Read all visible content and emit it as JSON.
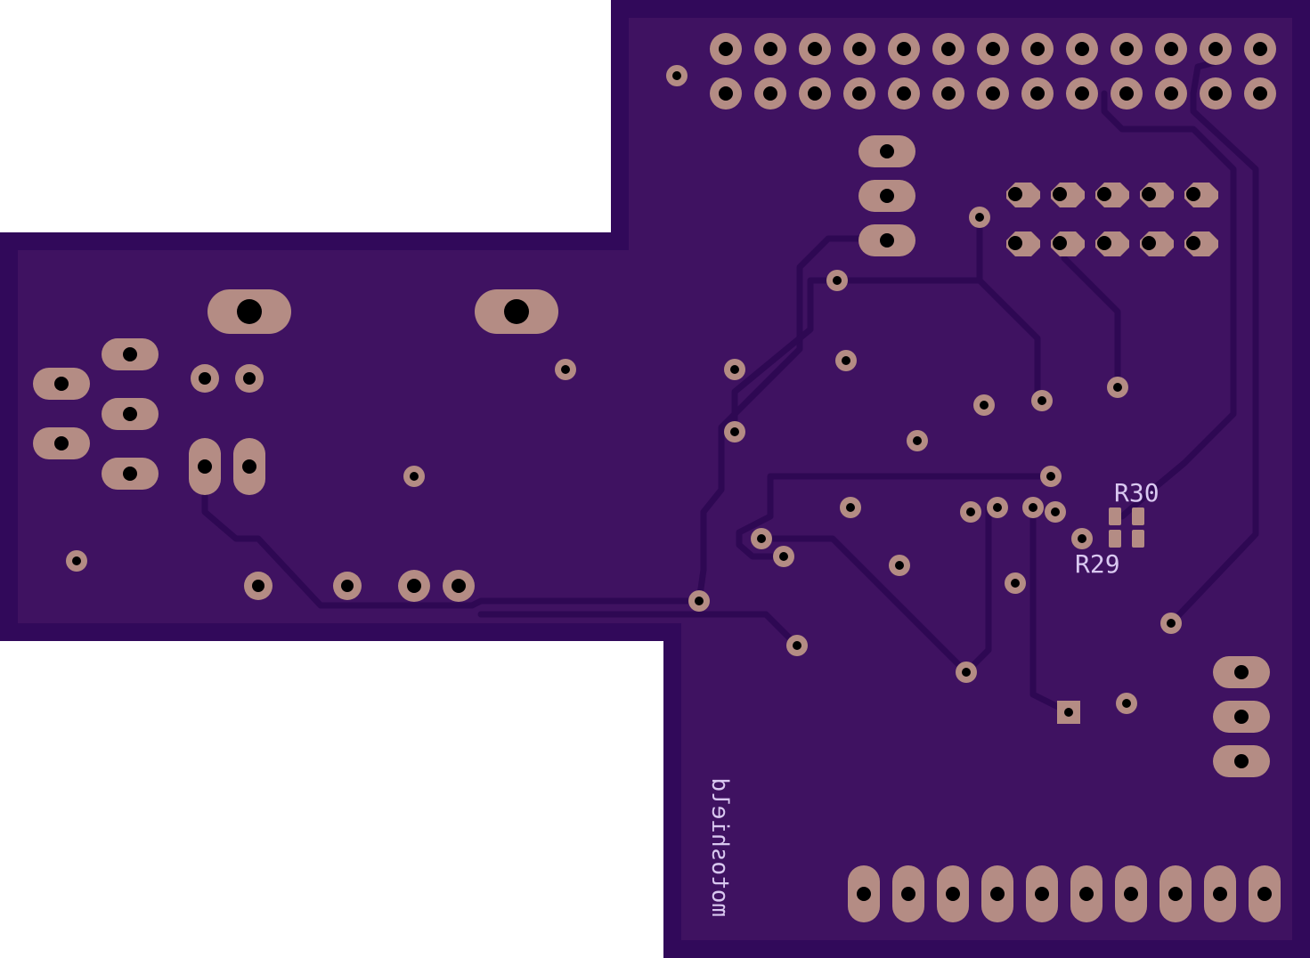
{
  "board": {
    "colors": {
      "background": "#ffffff",
      "edge": "#31095a",
      "fill": "#3f1261",
      "trace": "#2e0853",
      "pad": "#b48c84",
      "drill": "#000000",
      "silk": "#d9c8f0"
    }
  },
  "labels": {
    "r30": "R30",
    "r29": "R29",
    "mirrored_text": "motoshield"
  }
}
